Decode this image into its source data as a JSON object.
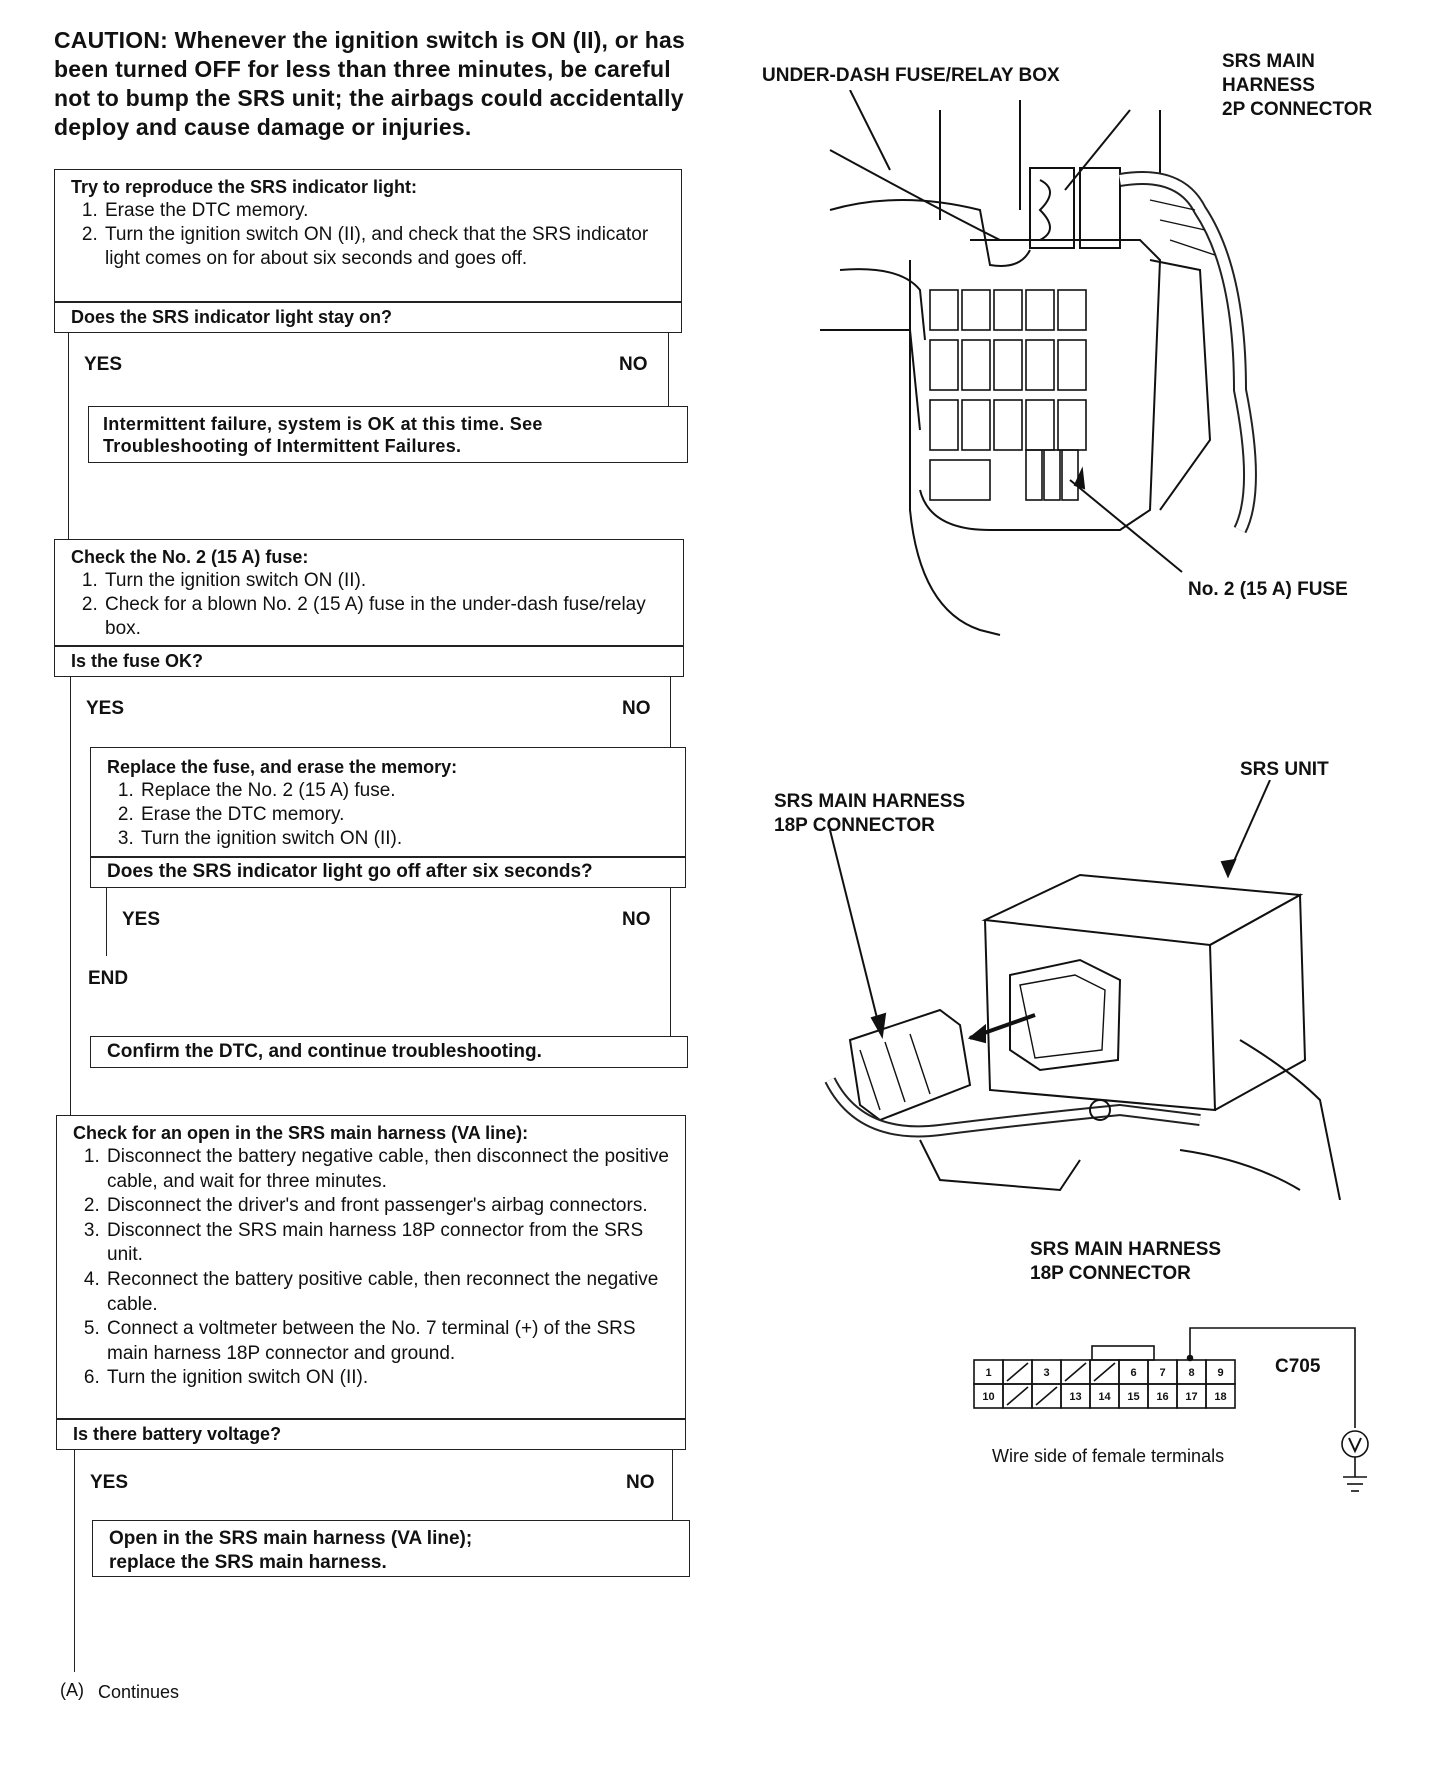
{
  "caution": "CAUTION: Whenever the ignition switch is ON (II), or has been turned OFF for less than three minutes, be careful not to bump the SRS unit; the airbags could accidentally deploy and cause damage or injuries.",
  "step1": {
    "title": "Try to reproduce the SRS indicator light:",
    "items": [
      "Erase the DTC memory.",
      "Turn the ignition switch ON (II), and check that the SRS indicator light comes on for about six seconds and goes off."
    ],
    "question": "Does the SRS indicator light stay on?",
    "yes": "YES",
    "no": "NO",
    "no_result": "Intermittent failure, system is OK at this time. See Troubleshooting of Intermittent Failures."
  },
  "step2": {
    "title": "Check the No. 2 (15 A) fuse:",
    "items": [
      "Turn the ignition switch ON (II).",
      "Check for a blown No. 2 (15 A) fuse in the under-dash fuse/relay box."
    ],
    "question": "Is the fuse OK?",
    "yes": "YES",
    "no": "NO"
  },
  "step2b": {
    "title": "Replace the fuse, and erase the memory:",
    "items": [
      "Replace the No. 2 (15 A) fuse.",
      "Erase the DTC memory.",
      "Turn the ignition switch ON (II)."
    ],
    "question": "Does the SRS indicator light go off after six seconds?",
    "yes": "YES",
    "no": "NO",
    "end": "END",
    "no_result": "Confirm the DTC, and continue troubleshooting."
  },
  "step3": {
    "title": "Check for an open in the SRS main harness (VA line):",
    "items": [
      "Disconnect the battery negative cable, then disconnect the positive cable, and wait for three minutes.",
      "Disconnect the driver's and front passenger's airbag connectors.",
      "Disconnect the SRS main harness 18P connector from the SRS unit.",
      "Reconnect the battery positive cable, then reconnect the negative cable.",
      "Connect a voltmeter between the No. 7 terminal (+) of the SRS main harness 18P connector and ground.",
      "Turn the ignition switch ON (II)."
    ],
    "question": "Is there battery voltage?",
    "yes": "YES",
    "no": "NO",
    "no_result_line1": "Open in the SRS main harness (VA line);",
    "no_result_line2": "replace the SRS main harness."
  },
  "footer": {
    "marker": "(A)",
    "text": "Continues"
  },
  "diagram1": {
    "fuse_box_label": "UNDER-DASH FUSE/RELAY BOX",
    "connector_label_1": "SRS MAIN",
    "connector_label_2": "HARNESS",
    "connector_label_3": "2P CONNECTOR",
    "fuse_label": "No. 2 (15 A) FUSE"
  },
  "diagram2": {
    "unit_label": "SRS UNIT",
    "harness_label_1": "SRS MAIN HARNESS",
    "harness_label_2": "18P CONNECTOR"
  },
  "diagram3": {
    "title_1": "SRS MAIN HARNESS",
    "title_2": "18P CONNECTOR",
    "connector_id": "C705",
    "top_row": [
      "1",
      "",
      "3",
      "",
      "",
      "6",
      "7",
      "8",
      "9"
    ],
    "bottom_row": [
      "10",
      "",
      "",
      "13",
      "14",
      "15",
      "16",
      "17",
      "18"
    ],
    "voltmeter": "V",
    "caption": "Wire side of female terminals"
  }
}
